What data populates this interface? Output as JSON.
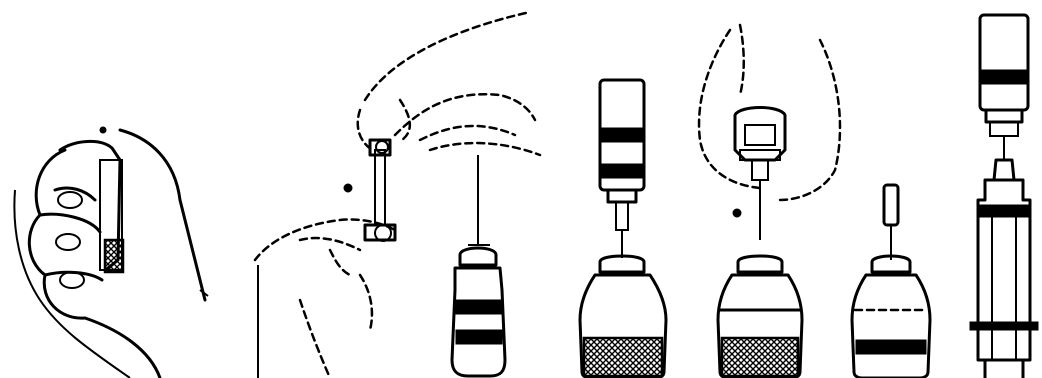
{
  "figure": {
    "panels": [
      {
        "id": "step-1",
        "icon": "hand-holding-vial-icon"
      },
      {
        "id": "step-2",
        "icon": "hand-removing-needle-cap-icon"
      },
      {
        "id": "step-3",
        "icon": "needle-over-vial-icon"
      },
      {
        "id": "step-4",
        "icon": "cartridge-inserted-into-vial-icon"
      },
      {
        "id": "step-5",
        "icon": "hand-on-vial-icon"
      },
      {
        "id": "step-6",
        "icon": "vial-with-needle-icon"
      },
      {
        "id": "step-7",
        "icon": "syringe-under-inverted-vial-icon"
      }
    ],
    "colors": {
      "ink": "#000000",
      "background": "#ffffff"
    }
  }
}
